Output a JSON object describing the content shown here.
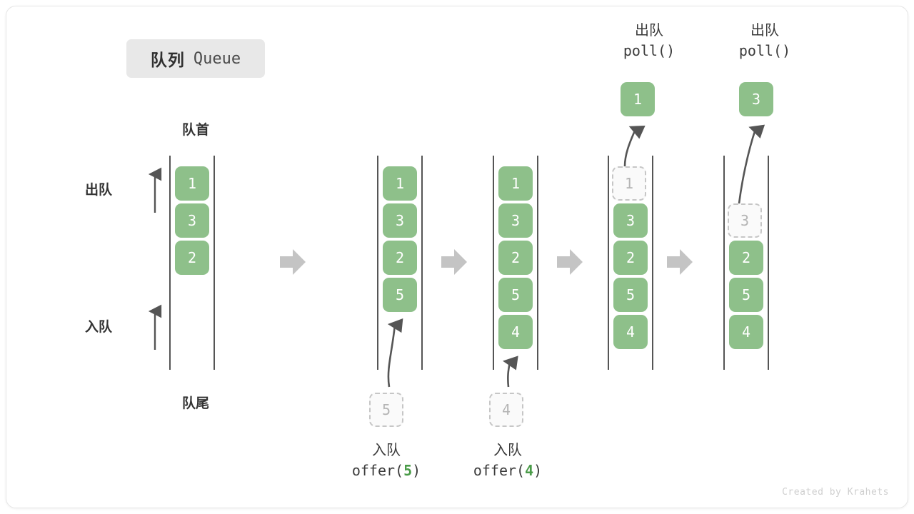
{
  "diagram": {
    "title_cn": "队列",
    "title_en": "Queue",
    "credit": "Created by Krahets",
    "accent_green": "#8ec08a",
    "ghost_gray": "#b4b4b4",
    "rail_color": "#555555",
    "step_arrow_color": "#c4c4c4",
    "head_label": "队首",
    "tail_label": "队尾",
    "side_labels": [
      {
        "name": "dequeue",
        "text": "出队"
      },
      {
        "name": "enqueue",
        "text": "入队"
      }
    ],
    "columns": [
      {
        "id": "col-initial",
        "caption_cn": "",
        "caption_code": "",
        "cells": [
          "1",
          "3",
          "2"
        ],
        "ghost_index": -1,
        "incoming": null,
        "outgoing": null
      },
      {
        "id": "col-offer-5",
        "caption_cn": "入队",
        "caption_code_prefix": "offer(",
        "caption_code_num": "5",
        "caption_code_suffix": ")",
        "cells": [
          "1",
          "3",
          "2",
          "5"
        ],
        "ghost_index": -1,
        "incoming": "5",
        "outgoing": null
      },
      {
        "id": "col-offer-4",
        "caption_cn": "入队",
        "caption_code_prefix": "offer(",
        "caption_code_num": "4",
        "caption_code_suffix": ")",
        "cells": [
          "1",
          "3",
          "2",
          "5",
          "4"
        ],
        "ghost_index": -1,
        "incoming": "4",
        "outgoing": null
      },
      {
        "id": "col-poll-1",
        "caption_cn": "出队",
        "caption_code_prefix": "poll(",
        "caption_code_num": "",
        "caption_code_suffix": ")",
        "cells": [
          "1",
          "3",
          "2",
          "5",
          "4"
        ],
        "ghost_index": 0,
        "incoming": null,
        "outgoing": "1"
      },
      {
        "id": "col-poll-3",
        "caption_cn": "出队",
        "caption_code_prefix": "poll(",
        "caption_code_num": "",
        "caption_code_suffix": ")",
        "cells": [
          "3",
          "2",
          "5",
          "4"
        ],
        "ghost_index": 0,
        "incoming": null,
        "outgoing": "3"
      }
    ]
  }
}
